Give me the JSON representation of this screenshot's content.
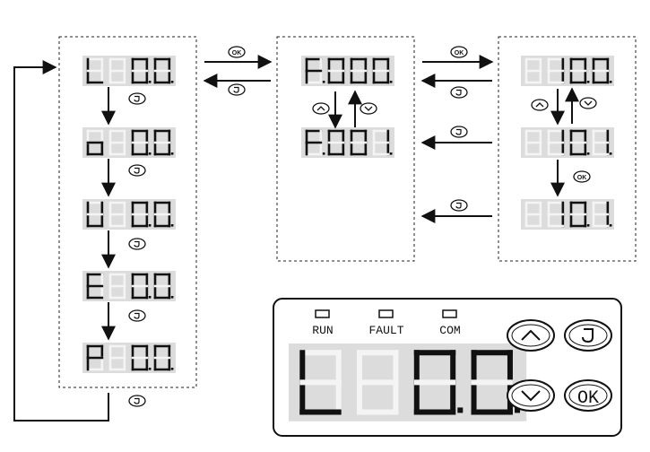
{
  "displays": [
    {
      "id": "d1",
      "chars": [
        "L",
        "",
        "0",
        "0"
      ],
      "dots": [
        false,
        false,
        true,
        true
      ]
    },
    {
      "id": "d2",
      "chars": [
        "o",
        "",
        "0",
        "0"
      ],
      "dots": [
        false,
        false,
        true,
        true
      ]
    },
    {
      "id": "d3",
      "chars": [
        "U",
        "",
        "0",
        "0"
      ],
      "dots": [
        false,
        false,
        true,
        true
      ]
    },
    {
      "id": "d4",
      "chars": [
        "E",
        "",
        "0",
        "0"
      ],
      "dots": [
        false,
        false,
        true,
        true
      ]
    },
    {
      "id": "d5",
      "chars": [
        "P",
        "",
        "0",
        "0"
      ],
      "dots": [
        false,
        false,
        true,
        true
      ]
    },
    {
      "id": "d6",
      "chars": [
        "F",
        "0",
        "0",
        "0"
      ],
      "dots": [
        true,
        false,
        false,
        true
      ]
    },
    {
      "id": "d7",
      "chars": [
        "F",
        "0",
        "0",
        "1"
      ],
      "dots": [
        true,
        false,
        false,
        true
      ]
    },
    {
      "id": "d8",
      "chars": [
        "",
        "1",
        "0",
        "0"
      ],
      "dots": [
        false,
        false,
        true,
        true
      ]
    },
    {
      "id": "d9",
      "chars": [
        "",
        "1",
        "0",
        "1"
      ],
      "dots": [
        false,
        false,
        true,
        true
      ]
    },
    {
      "id": "d10",
      "chars": [
        "",
        "1",
        "0",
        "1"
      ],
      "dots": [
        false,
        false,
        true,
        true
      ]
    },
    {
      "id": "panel-display",
      "chars": [
        "L",
        "",
        "0",
        "0"
      ],
      "dots": [
        false,
        false,
        true,
        true
      ]
    }
  ],
  "keys": {
    "ok": "OK",
    "return": "↺",
    "up": "up-icon",
    "down": "down-icon"
  },
  "leds": {
    "run": "RUN",
    "fault": "FAULT",
    "com": "COM"
  },
  "colors": {
    "display_bg": "#dcdcdc",
    "segment_on": "#111111",
    "segment_off": "#f4f4f4",
    "line": "#111111"
  }
}
